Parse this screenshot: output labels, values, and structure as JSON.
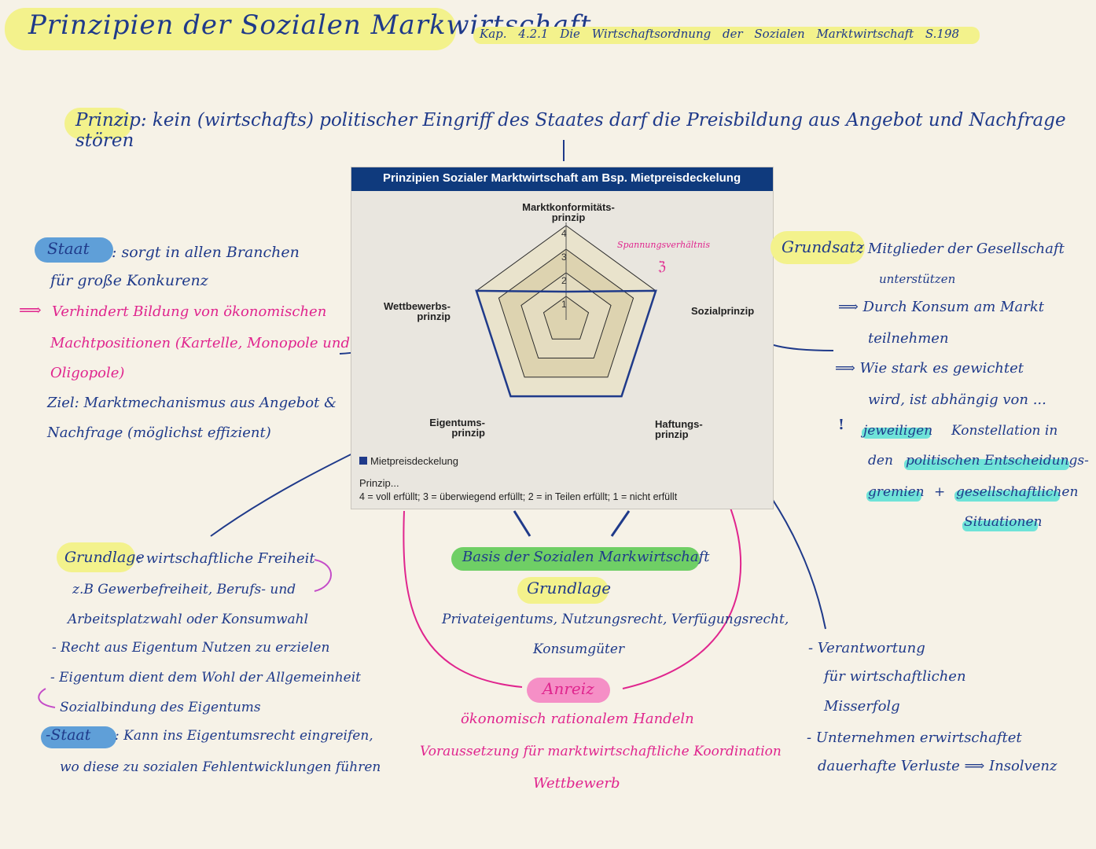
{
  "title": "Prinzipien der Sozialen Markwirtschaft",
  "chapter": "Kap. 4.2.1 Die Wirtschaftsordnung der Sozialen Marktwirtschaft S.198",
  "prinzip": {
    "label": "Prinzip",
    "text": ": kein (wirtschafts) politischer Eingriff des Staates darf die Preisbildung aus Angebot und Nachfrage stören"
  },
  "chart": {
    "title": "Prinzipien Sozialer Marktwirtschaft am Bsp. Mietpreisdeckelung",
    "axis_top_line1": "Marktkonformitäts-",
    "axis_top_line2": "prinzip",
    "axis_left_line1": "Wettbewerbs-",
    "axis_left_line2": "prinzip",
    "axis_right": "Sozialprinzip",
    "axis_bottom_left_line1": "Eigentums-",
    "axis_bottom_left_line2": "prinzip",
    "axis_bottom_right_line1": "Haftungs-",
    "axis_bottom_right_line2": "prinzip",
    "ticks": [
      "1",
      "2",
      "3",
      "4"
    ],
    "legend": "Mietpreisdeckelung",
    "note_line1": "Prinzip...",
    "note_line2": "4 = voll erfüllt; 3 = überwiegend erfüllt; 2 = in Teilen erfüllt; 1 = nicht erfüllt",
    "annotation": "Spannungsverhältnis",
    "annotation_mark": "ℨ",
    "colors": {
      "header": "#0f3a7d",
      "series": "#1f3a8a",
      "ring": "#d9cfa9"
    }
  },
  "chart_data": {
    "type": "radar",
    "title": "Prinzipien Sozialer Marktwirtschaft am Bsp. Mietpreisdeckelung",
    "categories": [
      "Marktkonformitätsprinzip",
      "Sozialprinzip",
      "Haftungsprinzip",
      "Eigentumsprinzip",
      "Wettbewerbsprinzip"
    ],
    "series": [
      {
        "name": "Mietpreisdeckelung",
        "values": [
          1.2,
          4,
          4,
          4,
          4
        ]
      }
    ],
    "range": [
      0,
      4
    ]
  },
  "staat": {
    "label": "Staat",
    "line1": ": sorgt in allen Branchen",
    "line2": "für große Konkurenz",
    "arrow": "⟹",
    "pink1": "Verhindert Bildung von ökonomischen",
    "pink2": "Machtpositionen (Kartelle, Monopole und",
    "pink3": "Oligopole)",
    "ziel1": "Ziel: Marktmechanismus aus Angebot &",
    "ziel2": "Nachfrage (möglichst effizient)"
  },
  "grundsatz": {
    "label": "Grundsatz",
    "line1": ": Mitglieder der Gesellschaft",
    "line2": "unterstützen",
    "line3": "⟹ Durch Konsum am Markt",
    "line4": "teilnehmen",
    "line5": "⟹ Wie stark es gewichtet",
    "line6": "wird, ist abhängig von ...",
    "bang": "!",
    "cyan1": "jeweiligen",
    "line7": "Konstellation in",
    "line8a": "den",
    "cyan2": "politischen Entscheidungs-",
    "cyan3": "gremien",
    "plus": "+",
    "cyan4": "gesellschaftlichen",
    "cyan5": "Situationen"
  },
  "grundlage_left": {
    "label": "Grundlage",
    "line1": ": wirtschaftliche Freiheit",
    "line2": "z.B Gewerbefreiheit, Berufs- und",
    "line3": "Arbeitsplatzwahl oder Konsumwahl",
    "line4": "- Recht aus Eigentum Nutzen zu erzielen",
    "line5": "- Eigentum dient dem Wohl der Allgemeinheit",
    "line6": "Sozialbindung des Eigentums",
    "staat_label": "-Staat",
    "line7": ": Kann ins Eigentumsrecht eingreifen,",
    "line8": "wo diese zu sozialen Fehlentwicklungen führen"
  },
  "basis": {
    "label": "Basis der Sozialen Markwirtschaft",
    "grundlage": "Grundlage",
    "line1": "Privateigentums, Nutzungsrecht, Verfügungsrecht,",
    "line2": "Konsumgüter",
    "anreiz": "Anreiz",
    "pink1": "ökonomisch rationalem Handeln",
    "pink2": "Voraussetzung für marktwirtschaftliche Koordination",
    "pink3": "Wettbewerb"
  },
  "verantwortung": {
    "line1": "- Verantwortung",
    "line2": "für wirtschaftlichen",
    "line3": "Misserfolg",
    "line4": "- Unternehmen erwirtschaftet",
    "line5": "dauerhafte Verluste ⟹ Insolvenz"
  }
}
